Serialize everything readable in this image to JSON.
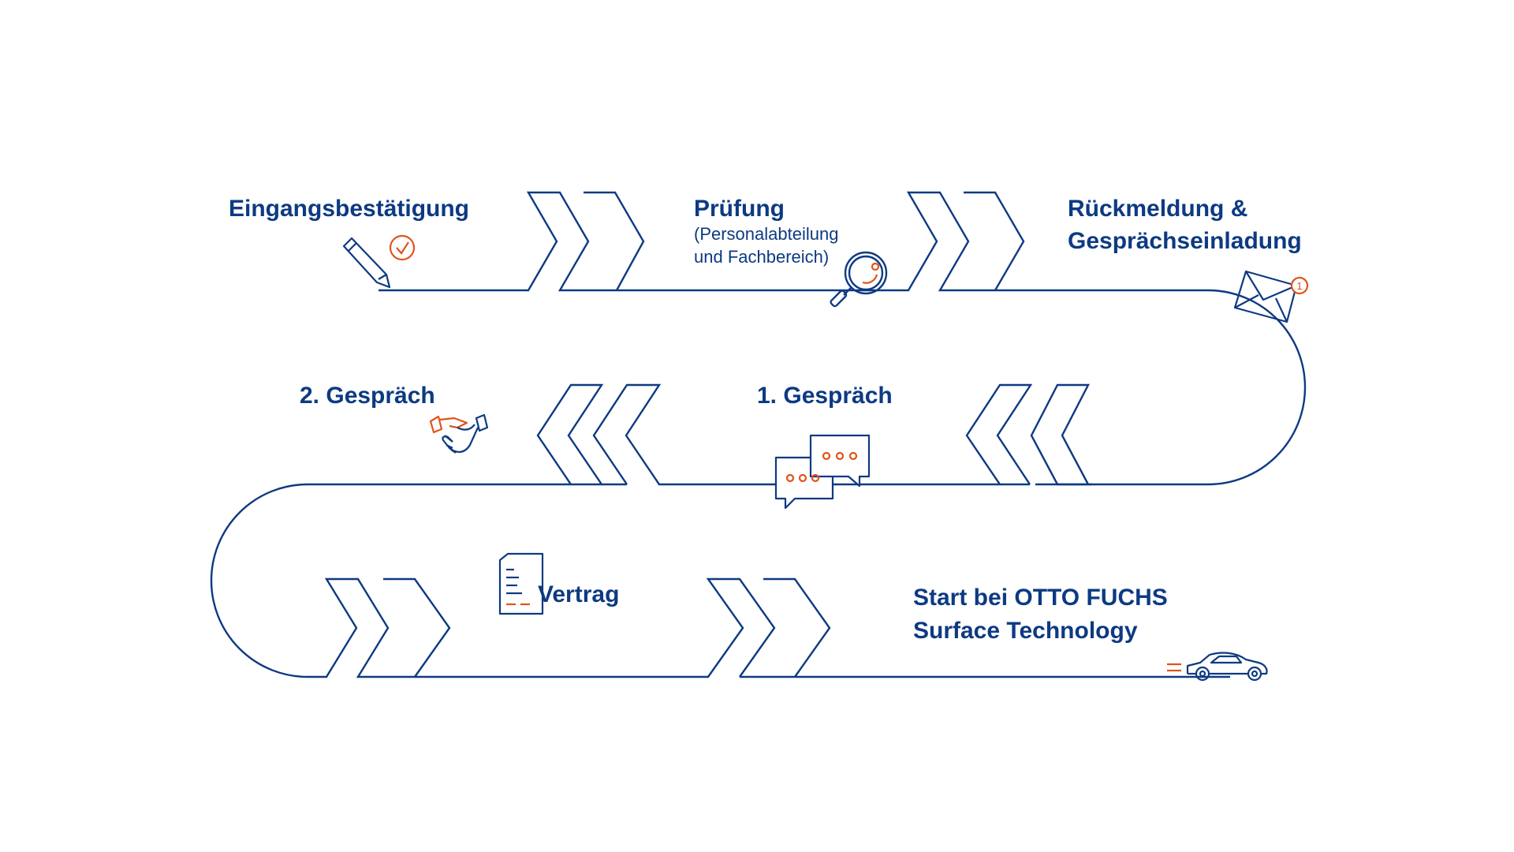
{
  "colors": {
    "primary": "#0d3a82",
    "accent": "#e0541d",
    "background": "#ffffff"
  },
  "steps": [
    {
      "id": "step-1",
      "title": "Eingangsbestätigung",
      "icon": "pencil-check-icon"
    },
    {
      "id": "step-2",
      "title": "Prüfung",
      "subtitle_line1": "(Personalabteilung",
      "subtitle_line2": "und Fachbereich)",
      "icon": "magnifier-icon"
    },
    {
      "id": "step-3",
      "title_line1": "Rückmeldung &",
      "title_line2": "Gesprächseinladung",
      "icon": "envelope-notification-icon",
      "badge": "1"
    },
    {
      "id": "step-4",
      "title": "1. Gespräch",
      "icon": "chat-bubbles-icon"
    },
    {
      "id": "step-5",
      "title": "2. Gespräch",
      "icon": "handshake-icon"
    },
    {
      "id": "step-6",
      "title": "Vertrag",
      "icon": "document-icon"
    },
    {
      "id": "step-7",
      "title_line1": "Start bei OTTO FUCHS",
      "title_line2": "Surface Technology",
      "icon": "car-icon"
    }
  ]
}
